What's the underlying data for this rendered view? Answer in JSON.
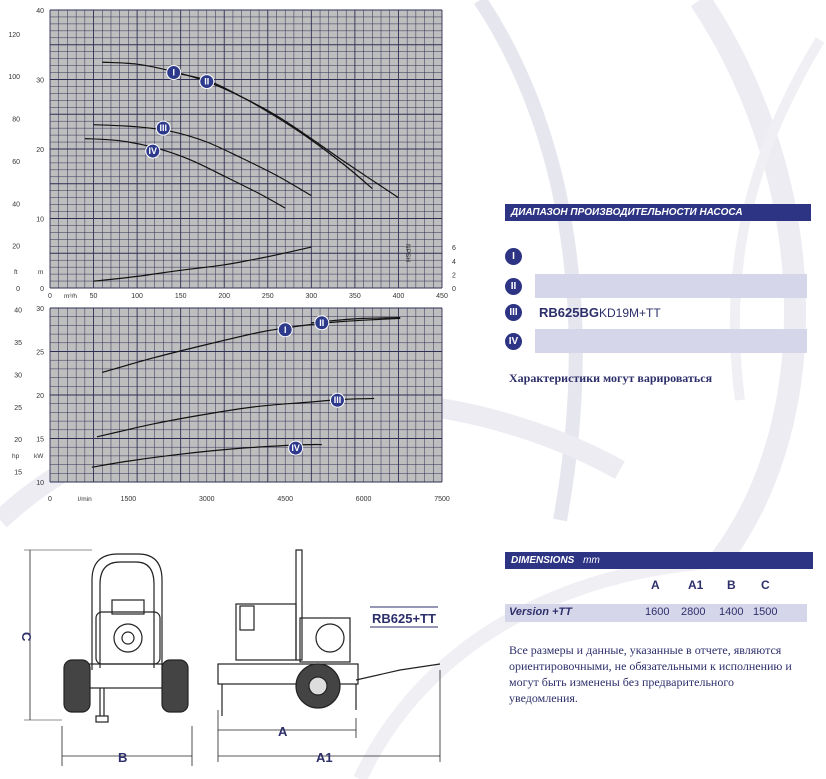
{
  "chart_data": [
    {
      "type": "line",
      "x_ticks": [
        "0",
        "50",
        "100",
        "150",
        "200",
        "250",
        "300",
        "350",
        "400",
        "450"
      ],
      "x_unit": "m³/h",
      "left_ticks_ft": [
        "0",
        "20",
        "40",
        "60",
        "80",
        "100",
        "120"
      ],
      "left_ticks_m": [
        "0",
        "10",
        "20",
        "30",
        "40"
      ],
      "left_unit_ft": "ft",
      "left_unit_m": "m",
      "right_ticks": [
        "0",
        "2",
        "4",
        "6"
      ],
      "right_unit": "NPSH",
      "xlim": [
        0,
        450
      ],
      "ylim": [
        0,
        40
      ],
      "series": [
        {
          "name": "I",
          "x": [
            60,
            100,
            140,
            180,
            220,
            260,
            300,
            340,
            400
          ],
          "y": [
            32.5,
            32.2,
            31.2,
            29.7,
            27.5,
            24.8,
            21.5,
            18,
            13
          ]
        },
        {
          "name": "II",
          "x": [
            140,
            180,
            220,
            260,
            300,
            340,
            370
          ],
          "y": [
            31,
            29.9,
            27.5,
            24.6,
            21.3,
            17.5,
            14.3
          ]
        },
        {
          "name": "III",
          "x": [
            50,
            100,
            140,
            180,
            220,
            260,
            300
          ],
          "y": [
            23.5,
            23.2,
            22.5,
            21,
            18.7,
            16.2,
            13.3
          ]
        },
        {
          "name": "IV",
          "x": [
            40,
            80,
            120,
            160,
            200,
            240,
            270
          ],
          "y": [
            21.5,
            21.2,
            20.2,
            18.5,
            16.1,
            13.6,
            11.5
          ]
        },
        {
          "name": "NPSH",
          "x": [
            50,
            100,
            150,
            200,
            250,
            300
          ],
          "y": [
            1,
            1.7,
            2.6,
            3.4,
            4.6,
            6
          ]
        }
      ],
      "labels": [
        {
          "name": "I",
          "x": 142,
          "y": 31
        },
        {
          "name": "II",
          "x": 180,
          "y": 29.7
        },
        {
          "name": "III",
          "x": 130,
          "y": 23
        },
        {
          "name": "IV",
          "x": 118,
          "y": 19.7
        }
      ]
    },
    {
      "type": "line",
      "x_ticks": [
        "0",
        "1500",
        "3000",
        "4500",
        "6000",
        "7500"
      ],
      "x_unit": "l/min",
      "left_ticks_hp": [
        "15",
        "20",
        "25",
        "30",
        "35",
        "40"
      ],
      "left_ticks_kw": [
        "10",
        "15",
        "20",
        "25",
        "30"
      ],
      "left_unit_hp": "hp",
      "left_unit_kw": "kW",
      "xlim": [
        0,
        7500
      ],
      "ylim": [
        10,
        30
      ],
      "series": [
        {
          "name": "I",
          "x": [
            1000,
            2000,
            3000,
            4000,
            4500,
            5000,
            5500,
            6000,
            6700
          ],
          "y": [
            22.6,
            24.3,
            25.8,
            27.2,
            27.7,
            28.1,
            28.4,
            28.6,
            28.8
          ]
        },
        {
          "name": "II",
          "x": [
            5000,
            5500,
            6000,
            6700
          ],
          "y": [
            28.3,
            28.6,
            28.8,
            28.9
          ]
        },
        {
          "name": "III",
          "x": [
            900,
            2000,
            3000,
            4000,
            5000,
            5600,
            6200
          ],
          "y": [
            15.2,
            16.7,
            17.8,
            18.7,
            19.2,
            19.5,
            19.6
          ]
        },
        {
          "name": "IV",
          "x": [
            800,
            1500,
            2500,
            3500,
            4500,
            5000,
            5200
          ],
          "y": [
            11.7,
            12.4,
            13.2,
            13.8,
            14.2,
            14.3,
            14.3
          ]
        }
      ],
      "labels": [
        {
          "name": "I",
          "x": 4500,
          "y": 27.5
        },
        {
          "name": "II",
          "x": 5200,
          "y": 28.3
        },
        {
          "name": "III",
          "x": 5500,
          "y": 19.4
        },
        {
          "name": "IV",
          "x": 4700,
          "y": 13.9
        }
      ]
    }
  ],
  "perf_header": "ДИАПАЗОН ПРОИЗВОДИТЕЛЬНОСТИ НАСОСА",
  "models": [
    {
      "roman": "I",
      "name": ""
    },
    {
      "roman": "II",
      "name": ""
    },
    {
      "roman": "III",
      "name": "RB625BG",
      "suffix": "KD19M+TT"
    },
    {
      "roman": "IV",
      "name": ""
    }
  ],
  "perf_note": "Характеристики могут варироваться",
  "dim_header": "DIMENSIONS",
  "dim_unit": "mm",
  "dim_cols": [
    "A",
    "A1",
    "B",
    "C"
  ],
  "dim_row": {
    "label": "Version +TT",
    "values": [
      "1600",
      "2800",
      "1400",
      "1500"
    ]
  },
  "disclaimer": "Все размеры и данные, указанные в отчете, являются ориентировочными, не обязательными к исполнению и могут быть изменены без предварительного уведомления.",
  "drawing": {
    "model_label": "RB625+TT",
    "dim_c": "C",
    "dim_b": "B",
    "dim_a": "A",
    "dim_a1": "A1"
  },
  "colors": {
    "accent": "#2d3484",
    "band": "#d6d6ea",
    "grid": "#2e2e55"
  }
}
